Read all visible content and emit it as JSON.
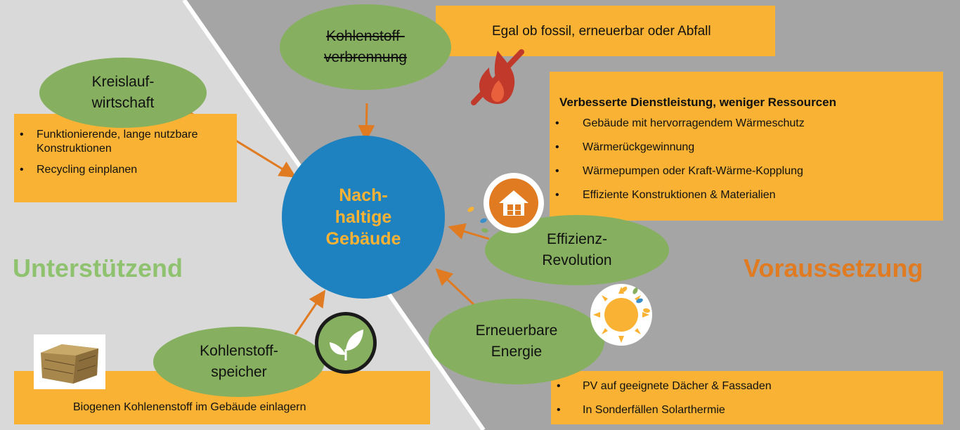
{
  "center": {
    "line1": "Nach-",
    "line2": "haltige",
    "line3": "Gebäude"
  },
  "left_section_title": "Unterstützend",
  "right_section_title": "Voraussetzung",
  "nodes": {
    "kohlenstoffverbrennung": {
      "line1": "Kohlenstoff-",
      "line2": "verbrennung"
    },
    "kreislaufwirtschaft": {
      "line1": "Kreislauf-",
      "line2": "wirtschaft"
    },
    "effizienz": {
      "line1": "Effizienz-",
      "line2": "Revolution"
    },
    "erneuerbare": {
      "line1": "Erneuerbare",
      "line2": "Energie"
    },
    "kohlenstoffspeicher": {
      "line1": "Kohlenstoff-",
      "line2": "speicher"
    }
  },
  "boxes": {
    "fossil": {
      "text": "Egal ob fossil, erneuerbar oder Abfall"
    },
    "kreislauf": {
      "items": [
        "Funktionierende, lange nutzbare Konstruktionen",
        "Recycling einplanen"
      ]
    },
    "effizienz": {
      "heading": "Verbesserte Dienstleistung, weniger Ressourcen",
      "items": [
        "Gebäude mit hervorragendem Wärmeschutz",
        "Wärmerückgewinnung",
        "Wärmepumpen oder Kraft-Wärme-Kopplung",
        "Effiziente Konstruktionen & Materialien"
      ]
    },
    "energie": {
      "items": [
        "PV auf geeignete Dächer &  Fassaden",
        "In Sonderfällen Solarthermie"
      ]
    },
    "speicher": {
      "text": "Biogenen Kohlenenstoff im Gebäude einlagern"
    }
  },
  "colors": {
    "left_bg": "#d9d9d9",
    "right_bg": "#a5a5a5",
    "box": "#f9b233",
    "ellipse": "#86b060",
    "center_circle": "#1f82c0",
    "arrow": "#e07b22",
    "left_title": "#8fc26f",
    "right_title": "#e07b22"
  },
  "icons": [
    "flame-crossed-icon",
    "house-icon",
    "sun-icon",
    "leaf-icon",
    "straw-bale-icon"
  ]
}
